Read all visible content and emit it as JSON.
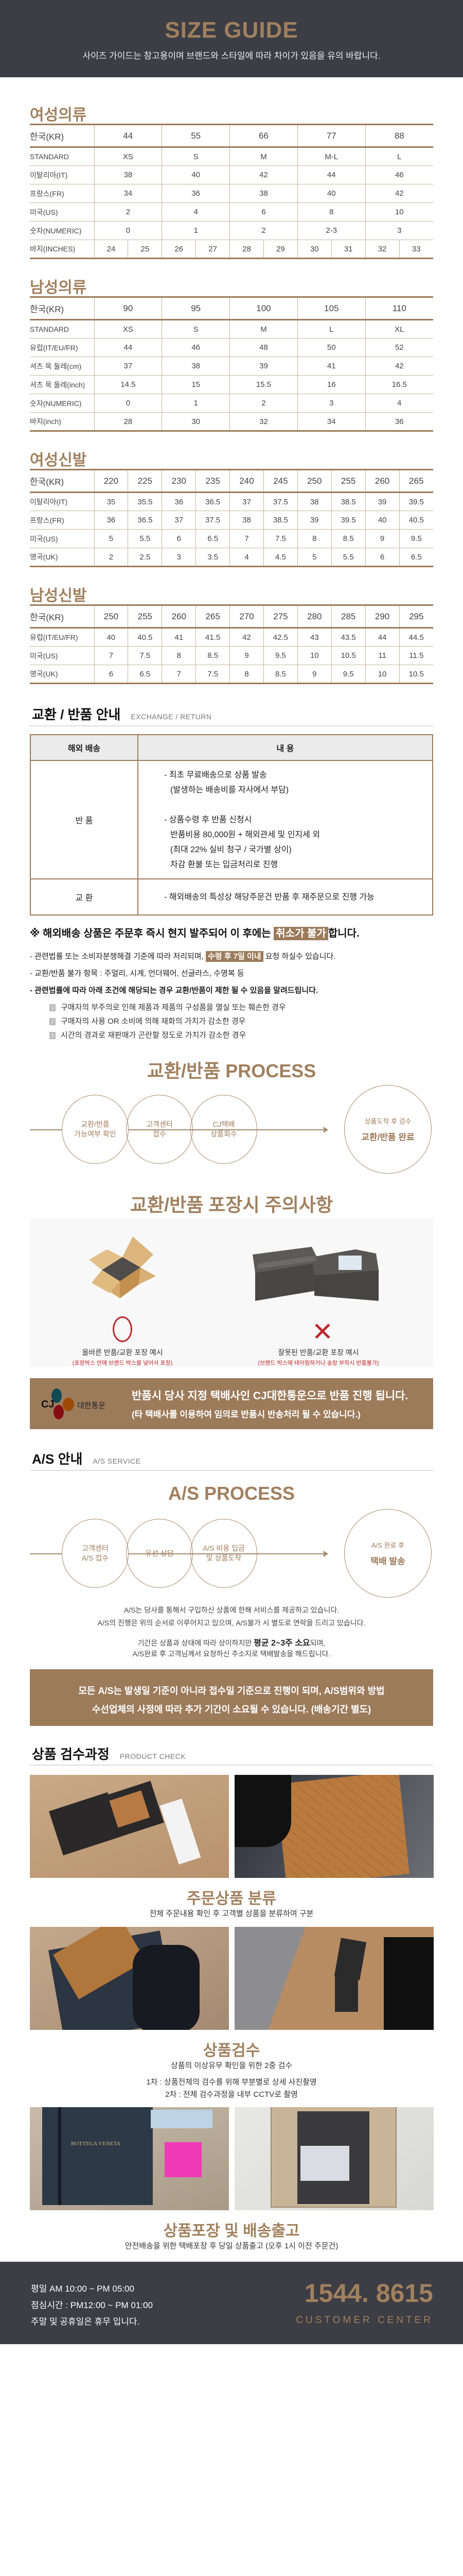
{
  "header": {
    "title": "SIZE GUIDE",
    "subtitle": "사이즈 가이드는 참고용이며 브랜드와 스타일에 따라 차이가 있음을 유의 바랍니다."
  },
  "size_tables": [
    {
      "title": "여성의류",
      "rows": [
        {
          "label": "한국(KR)",
          "values": [
            "44",
            "55",
            "66",
            "77",
            "88"
          ]
        },
        {
          "label": "STANDARD",
          "values": [
            "XS",
            "S",
            "M",
            "M-L",
            "L"
          ]
        },
        {
          "label": "이탈리아(IT)",
          "values": [
            "38",
            "40",
            "42",
            "44",
            "46"
          ]
        },
        {
          "label": "프랑스(FR)",
          "values": [
            "34",
            "36",
            "38",
            "40",
            "42"
          ]
        },
        {
          "label": "미국(US)",
          "values": [
            "2",
            "4",
            "6",
            "8",
            "10"
          ]
        },
        {
          "label": "숫자(NUMERIC)",
          "values": [
            "0",
            "1",
            "2",
            "2-3",
            "3"
          ]
        },
        {
          "label": "바지(INCHES)",
          "values": [
            "24",
            "25",
            "26",
            "27",
            "28",
            "29",
            "30",
            "31",
            "32",
            "33"
          ]
        }
      ]
    },
    {
      "title": "남성의류",
      "rows": [
        {
          "label": "한국(KR)",
          "values": [
            "90",
            "95",
            "100",
            "105",
            "110"
          ]
        },
        {
          "label": "STANDARD",
          "values": [
            "XS",
            "S",
            "M",
            "L",
            "XL"
          ]
        },
        {
          "label": "유럽(IT/EU/FR)",
          "values": [
            "44",
            "46",
            "48",
            "50",
            "52"
          ]
        },
        {
          "label": "셔츠 목 둘레(cm)",
          "values": [
            "37",
            "38",
            "39",
            "41",
            "42"
          ]
        },
        {
          "label": "셔츠 목 둘레(inch)",
          "values": [
            "14.5",
            "15",
            "15.5",
            "16",
            "16.5"
          ]
        },
        {
          "label": "숫자(NUMERIC)",
          "values": [
            "0",
            "1",
            "2",
            "3",
            "4"
          ]
        },
        {
          "label": "바지(inch)",
          "values": [
            "28",
            "30",
            "32",
            "34",
            "36"
          ]
        }
      ]
    },
    {
      "title": "여성신발",
      "rows": [
        {
          "label": "한국(KR)",
          "values": [
            "220",
            "225",
            "230",
            "235",
            "240",
            "245",
            "250",
            "255",
            "260",
            "265"
          ]
        },
        {
          "label": "이탈리아(IT)",
          "values": [
            "35",
            "35.5",
            "36",
            "36.5",
            "37",
            "37.5",
            "38",
            "38.5",
            "39",
            "39.5"
          ]
        },
        {
          "label": "프랑스(FR)",
          "values": [
            "36",
            "36.5",
            "37",
            "37.5",
            "38",
            "38.5",
            "39",
            "39.5",
            "40",
            "40.5"
          ]
        },
        {
          "label": "미국(US)",
          "values": [
            "5",
            "5.5",
            "6",
            "6.5",
            "7",
            "7.5",
            "8",
            "8.5",
            "9",
            "9.5"
          ]
        },
        {
          "label": "영국(UK)",
          "values": [
            "2",
            "2.5",
            "3",
            "3.5",
            "4",
            "4.5",
            "5",
            "5.5",
            "6",
            "6.5"
          ]
        }
      ]
    },
    {
      "title": "남성신발",
      "rows": [
        {
          "label": "한국(KR)",
          "values": [
            "250",
            "255",
            "260",
            "265",
            "270",
            "275",
            "280",
            "285",
            "290",
            "295"
          ]
        },
        {
          "label": "유럽(IT/EU/FR)",
          "values": [
            "40",
            "40.5",
            "41",
            "41.5",
            "42",
            "42.5",
            "43",
            "43.5",
            "44",
            "44.5"
          ]
        },
        {
          "label": "미국(US)",
          "values": [
            "7",
            "7.5",
            "8",
            "8.5",
            "9",
            "9.5",
            "10",
            "10.5",
            "11",
            "11.5"
          ]
        },
        {
          "label": "영국(UK)",
          "values": [
            "6",
            "6.5",
            "7",
            "7.5",
            "8",
            "8.5",
            "9",
            "9.5",
            "10",
            "10.5"
          ]
        }
      ]
    }
  ],
  "exchange": {
    "title": "교환 / 반품 안내",
    "subtitle": "EXCHANGE / RETURN",
    "table": {
      "col1": "해외 배송",
      "col2": "내      용",
      "rows": [
        {
          "label": "반 품",
          "lines": [
            "- 최초 무료배송으로 상품 발송",
            "(발생하는 배송비를 자사에서 부담)",
            "",
            "- 상품수령 후 반품 신청시",
            "반품비용 80,000원 + 해외관세 및 인지세 외",
            "(최대 22% 실비 청구 / 국가별 상이)",
            "차감 환불 또는 입금처리로 진행"
          ]
        },
        {
          "label": "교 환",
          "lines": [
            "- 해외배송의 특성상 해당주문건 반품 후 재주문으로 진행 가능"
          ]
        }
      ]
    },
    "notice": {
      "before": "※ 해외배송 상품은 주문후 즉시 현지 발주되어 이 후에는 ",
      "highlight": "취소가 불가",
      "after": "합니다."
    },
    "rule1": {
      "before": "- 관련법률 또는 소비자분쟁해결 기준에 따라 처리되며, ",
      "highlight": "수령 후 7일 이내",
      "after": " 요청 하실수 있습니다."
    },
    "rule2": "- 교환/반품 불가 항목 : 주얼리, 시계, 언더웨어, 선글라스, 수영복 등",
    "rule3": "- 관련법률에 따라 아래 조건에 해당되는 경우 교환/반품이 제한 될 수 있음을 알려드립니다.",
    "conditions": [
      {
        "num": "1",
        "text": "구매자의 부주의로 인해 제품과 제품의 구성품을 멸실 또는 훼손한 경우"
      },
      {
        "num": "2",
        "text": "구매자의 사용 OR 소비에 의해 재화의 가치가 감소한 경우"
      },
      {
        "num": "3",
        "text": "시간의 경과로 재판매가 곤란할 정도로 가치가 감소한 경우"
      }
    ]
  },
  "exchange_process": {
    "title": "교환/반품  PROCESS",
    "steps": [
      {
        "l1": "교환/반품",
        "l2": "가능여부 확인"
      },
      {
        "l1": "고객센터",
        "l2": "접수"
      },
      {
        "l1": "CJ택배",
        "l2": "상품회수"
      }
    ],
    "final": {
      "small": "상품도착 후 검수",
      "big": "교환/반품 완료"
    }
  },
  "packaging": {
    "title": "교환/반품 포장시 주의사항",
    "good": {
      "caption": "올바른 반품/교환 포장 예시",
      "note": "(포장박스 안에 브랜드 박스를 넣어서 포장)"
    },
    "bad": {
      "caption": "잘못된 반품/교환 포장 예시",
      "note": "(브랜드 박스에 테이핑하거나 송장 부착시 반품불가)"
    }
  },
  "cj": {
    "logo_cj": "CJ",
    "logo_text": "대한통운",
    "line1": "반품시 당사 지정 택배사인 CJ대한통운으로 반품 진행 됩니다.",
    "line2": "(타 택배사를 이용하여 임의로 반품시 반송처리 될 수 있습니다.)"
  },
  "as": {
    "title": "A/S 안내",
    "subtitle": "A/S SERVICE",
    "process_title": "A/S PROCESS",
    "steps": [
      {
        "l1": "고객센터",
        "l2": "A/S 접수"
      },
      {
        "l1": "유선 상담",
        "l2": ""
      },
      {
        "l1": "A/S 비용 입금",
        "l2": "및 상품도착"
      }
    ],
    "final": {
      "small": "A/S 완료 후",
      "big": "택배 발송"
    },
    "p1": "A/S는 당사를 통해서 구입하신 상품에 한해 서비스를 제공하고 있습니다.",
    "p2": "A/S의 진행은 위의 순서로 이루어지고 있으며, A/S불가 시 별도로 연락을 드리고 있습니다.",
    "p3_before": "기간은 상품과 상태에 따라 상이하지만 ",
    "p3_bold": "평균 2~3주 소요",
    "p3_after": "되며,",
    "p4": "A/S완료 후 고객님께서 요청하신 주소지로 택배발송을 해드립니다.",
    "note1": "모든 A/S는 발생일 기준이 아니라 접수일 기준으로 진행이 되며, A/S범위와 방법",
    "note2": "수선업체의 사정에 따라 추가 기간이 소요될 수 있습니다. (배송기간 별도)"
  },
  "check": {
    "title": "상품 검수과정",
    "subtitle": "PRODUCT CHECK",
    "stages": [
      {
        "title": "주문상품 분류",
        "lines": [
          "전체 주문내용 확인 후 고객별 상품을 분류하여 구분"
        ]
      },
      {
        "title": "상품검수",
        "lines": [
          "상품의 이상유무 확인을 위한 2중 검수",
          "",
          "1차 : 상품전체의 검수를 위해 부분별로 상세 사진촬영",
          "2차 : 전체 검수과정을 내부 CCTV로 촬영"
        ]
      },
      {
        "title": "상품포장 및 배송출고",
        "lines": [
          "안전배송을 위한 택배포장 후 당일 상품출고 (오후 1시 이전 주문건)"
        ]
      }
    ],
    "photo_brand": "BOTTEGA VENETA"
  },
  "footer": {
    "hours": "평일 AM 10:00 ~ PM 05:00",
    "lunch": "점심시간 : PM12:00 ~ PM 01:00",
    "holiday": "주말 및 공휴일은 휴무 입니다.",
    "phone": "1544. 8615",
    "label": "CUSTOMER CENTER"
  },
  "colors": {
    "accent": "#9c7b5b",
    "dark": "#3d3d45",
    "red": "#c0272d"
  }
}
